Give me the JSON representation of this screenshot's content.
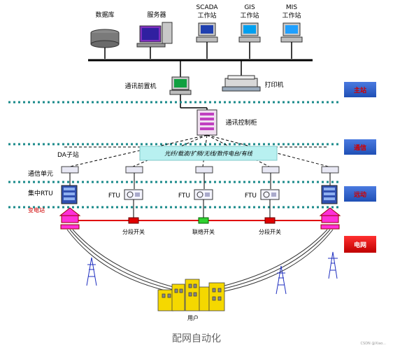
{
  "master": {
    "top_labels": {
      "database": "数据库",
      "server": "服务器",
      "scada": "SCADA",
      "scada_ws": "工作站",
      "gis": "GIS",
      "gis_ws": "工作站",
      "mis": "MIS",
      "mis_ws": "工作站"
    },
    "front_end": "通讯前置机",
    "printer": "打印机"
  },
  "comm": {
    "controller": "通讯控制柜",
    "channels": "光纤/载波/扩频/无线/数传电台/有线",
    "da_station": "DA子站",
    "comm_unit": "通信单元",
    "rtu": "集中RTU",
    "ftu": "FTU"
  },
  "grid": {
    "substation": "变电站",
    "sectional_switch": "分段开关",
    "tie_switch": "联络开关",
    "consumer": "用户"
  },
  "tags": {
    "master_station": "主站",
    "communication": "通信",
    "terminal": "远动",
    "power_grid": "电网"
  },
  "colors": {
    "tag_bg": "#3465c8",
    "tag_text": "#d00000",
    "dotted_line": "#1a8a8a",
    "feeder": "#e00000",
    "channel_box": "#b8f0f0",
    "substation": "#ff2fd8",
    "tower": "#2030c0"
  },
  "caption": "配网自动化",
  "watermark": "CSDN @Xiao..."
}
